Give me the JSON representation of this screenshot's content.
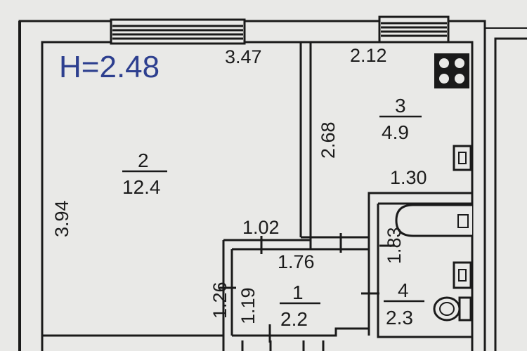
{
  "ceiling_height": "H=2.48",
  "dimensions": {
    "room2_width": "3.47",
    "room2_depth": "3.94",
    "kitchen_width": "2.12",
    "kitchen_depth": "2.68",
    "bath_width": "1.30",
    "bath_depth": "1.83",
    "hall_top_left": "1.02",
    "hall_width": "1.76",
    "hall_depth": "1.19",
    "hall_left": "1.26"
  },
  "rooms": [
    {
      "number": "2",
      "area": "12.4"
    },
    {
      "number": "3",
      "area": "4.9"
    },
    {
      "number": "1",
      "area": "2.2"
    },
    {
      "number": "4",
      "area": "2.3"
    }
  ],
  "fixtures": [
    "stove-icon",
    "sink-icon",
    "bathtub-icon",
    "washbasin-icon",
    "toilet-icon"
  ]
}
